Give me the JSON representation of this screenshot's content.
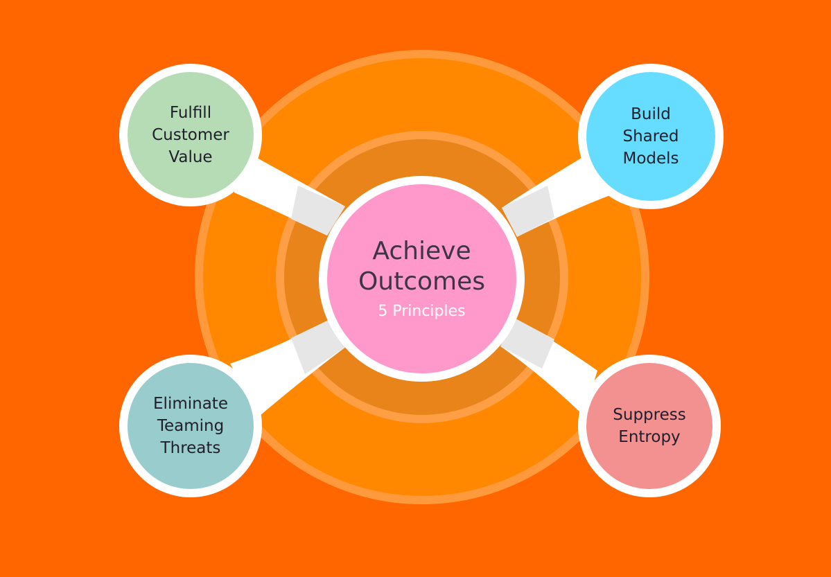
{
  "center": {
    "title": "Achieve\nOutcomes",
    "subtitle": "5 Principles"
  },
  "principles": [
    {
      "id": "top-left",
      "label": "Fulfill\nCustomer\nValue",
      "color": "#b6dcb6"
    },
    {
      "id": "top-right",
      "label": "Build\nShared\nModels",
      "color": "#66ddff"
    },
    {
      "id": "bottom-left",
      "label": "Eliminate\nTeaming\nThreats",
      "color": "#99cccc"
    },
    {
      "id": "bottom-right",
      "label": "Suppress\nEntropy",
      "color": "#f39090"
    }
  ],
  "colors": {
    "background": "#ff6600",
    "outer_ring": "#ff8800",
    "inner_ring": "#e8841a",
    "center": "#ff99cc",
    "connector": "#ffffff"
  }
}
